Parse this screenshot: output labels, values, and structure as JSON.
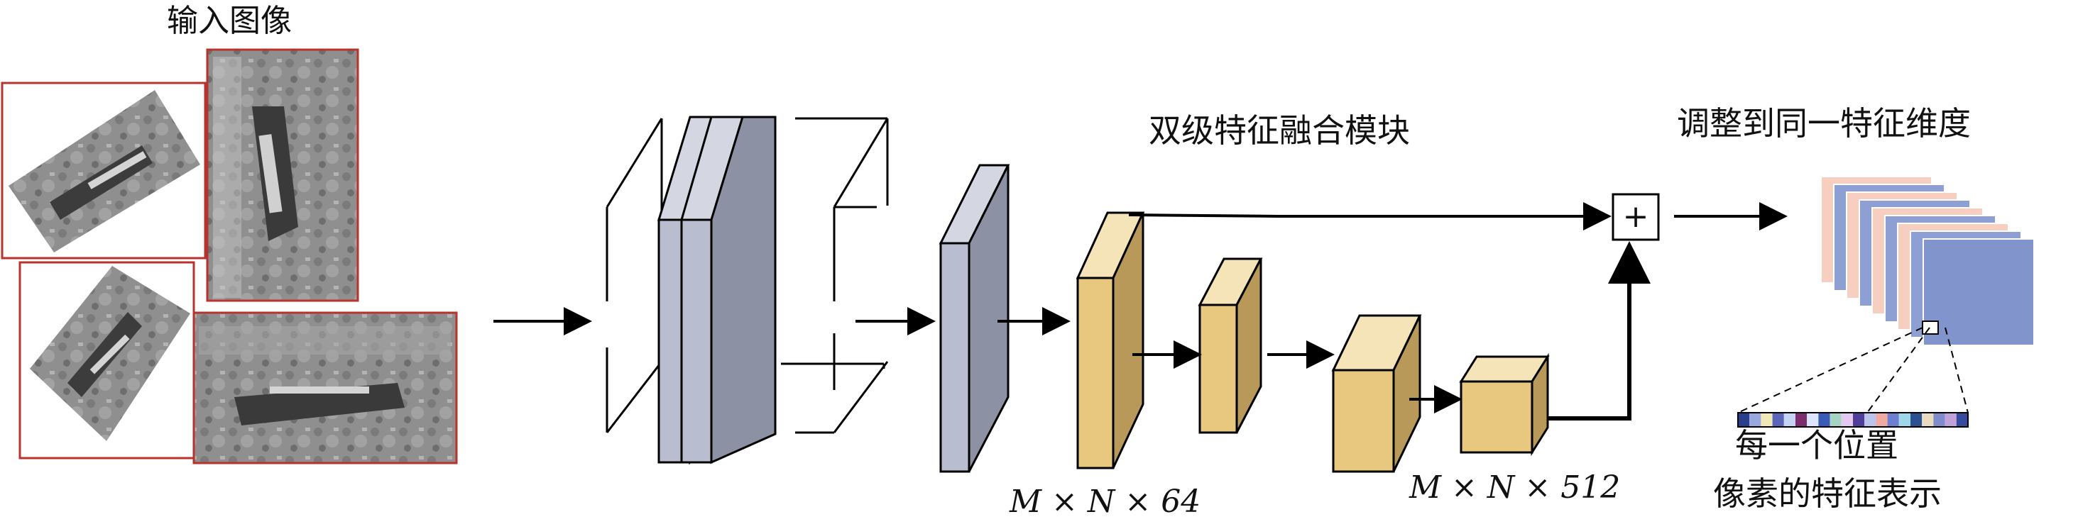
{
  "labels": {
    "input_images": "输入图像",
    "dual_fusion": "双级特征融合模块",
    "adjust_dim": "调整到同一特征维度",
    "shape_64": "M × N × 64",
    "shape_512": "M × N × 512",
    "pixel_line1": "每一个位置",
    "pixel_line2": "像素的特征表示",
    "plus": "+"
  },
  "colors": {
    "image_frame": "#b8332d",
    "backbone_face": "#b8bdd0",
    "backbone_side": "#8c91a3",
    "cube_front": "#e8c77e",
    "cube_top": "#f5e4b8",
    "cube_side": "#b8995a",
    "map_peach": "#f6cfc0",
    "map_blue": "#8ea0d3",
    "map_final": "#8194cc"
  },
  "pixel_strip_colors": [
    "#2a3f8c",
    "#9aa8e0",
    "#f3e7b5",
    "#5c66b8",
    "#c5d4f2",
    "#7b2d6e",
    "#dde6ff",
    "#3b5bb8",
    "#a6d3c2",
    "#e3c8f0",
    "#4e3f99",
    "#b9c5ea",
    "#f1a9a0",
    "#6c7fd0",
    "#9ed8e8",
    "#2d5091",
    "#e8dbc0",
    "#7f8cc9",
    "#c0a2d8",
    "#364b9e"
  ]
}
